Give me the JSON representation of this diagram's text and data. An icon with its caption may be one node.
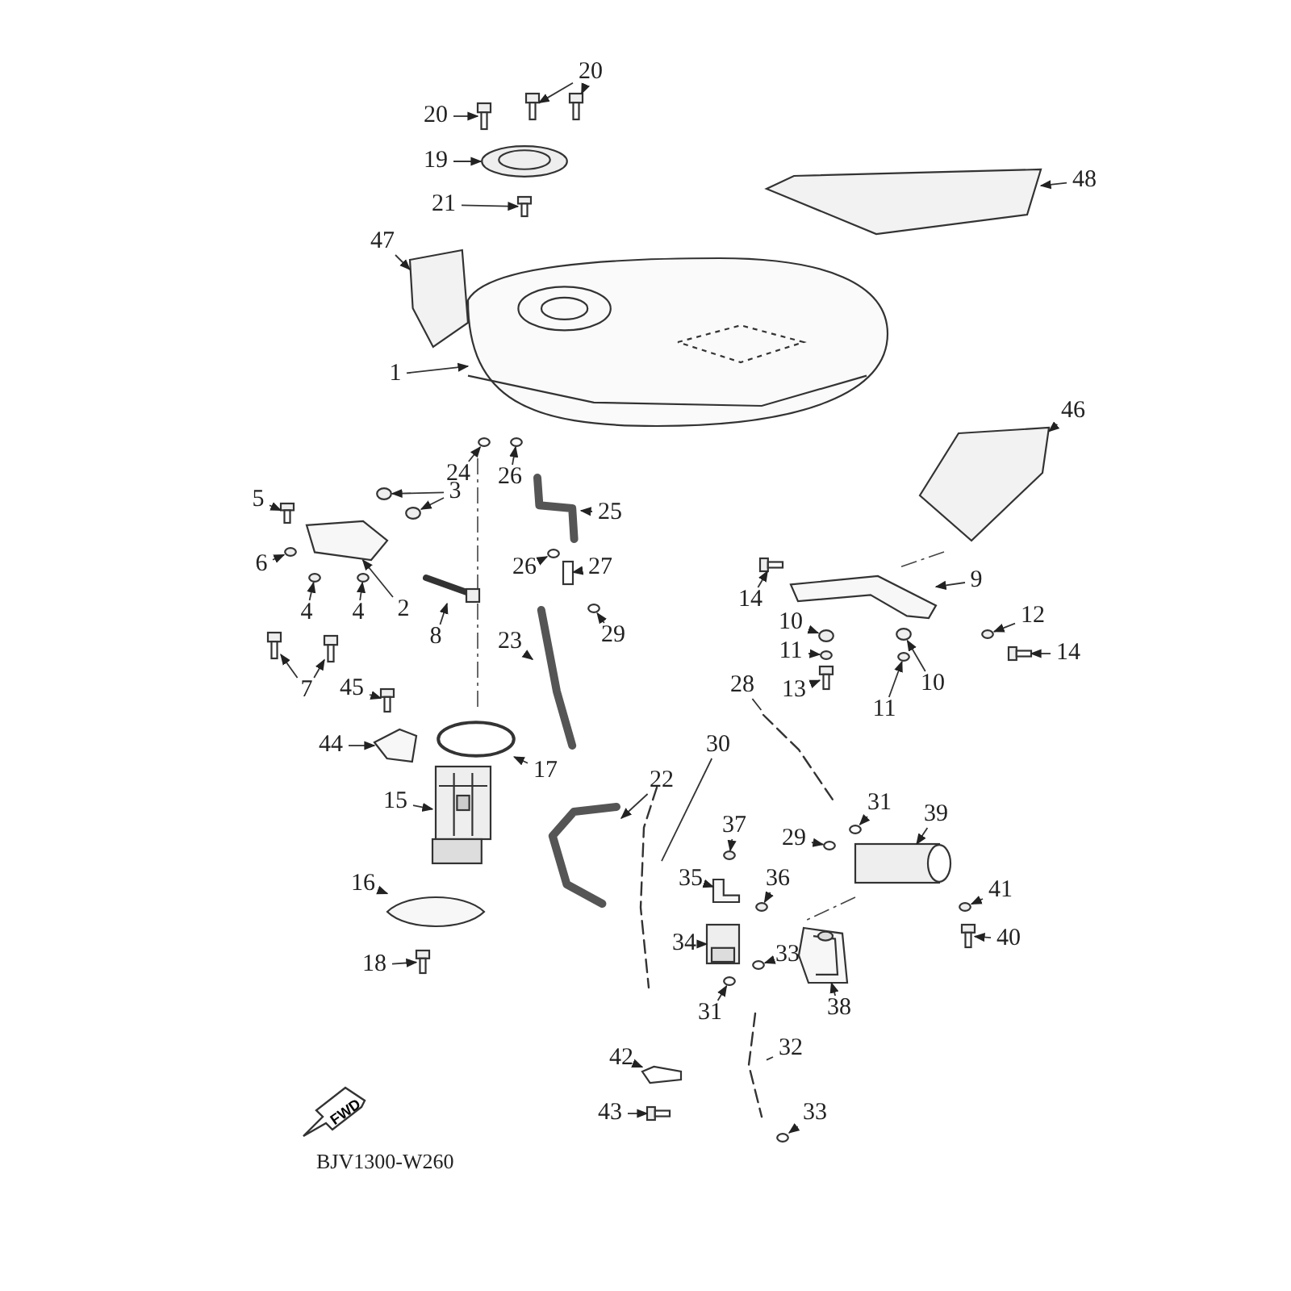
{
  "diagram": {
    "nodes": [
      {
        "text": [
          "20"
        ]
      },
      {
        "text": [
          "20"
        ]
      },
      {
        "text": [
          "19"
        ]
      },
      {
        "text": [
          "48"
        ]
      },
      {
        "text": [
          "21"
        ]
      },
      {
        "text": [
          "47"
        ]
      },
      {
        "text": [
          "1"
        ]
      },
      {
        "text": [
          "46"
        ]
      },
      {
        "text": [
          "24"
        ]
      },
      {
        "text": [
          "26"
        ]
      },
      {
        "text": [
          "5"
        ]
      },
      {
        "text": [
          "3"
        ]
      },
      {
        "text": [
          "25"
        ]
      },
      {
        "text": [
          "6"
        ]
      },
      {
        "text": [
          "2"
        ]
      },
      {
        "text": [
          "4"
        ]
      },
      {
        "text": [
          "4"
        ]
      },
      {
        "text": [
          "27"
        ]
      },
      {
        "text": [
          "26"
        ]
      },
      {
        "text": [
          "7"
        ]
      },
      {
        "text": [
          "8"
        ]
      },
      {
        "text": [
          "23"
        ]
      },
      {
        "text": [
          "29"
        ]
      },
      {
        "text": [
          "14"
        ]
      },
      {
        "text": [
          "9"
        ]
      },
      {
        "text": [
          "10"
        ]
      },
      {
        "text": [
          "11"
        ]
      },
      {
        "text": [
          "12"
        ]
      },
      {
        "text": [
          "14"
        ]
      },
      {
        "text": [
          "10"
        ]
      },
      {
        "text": [
          "13"
        ]
      },
      {
        "text": [
          "11"
        ]
      },
      {
        "text": [
          "28"
        ]
      },
      {
        "text": [
          "45"
        ]
      },
      {
        "text": [
          "44"
        ]
      },
      {
        "text": [
          "17"
        ]
      },
      {
        "text": [
          "30"
        ]
      },
      {
        "text": [
          "15"
        ]
      },
      {
        "text": [
          "22"
        ]
      },
      {
        "text": [
          "31"
        ]
      },
      {
        "text": [
          "39"
        ]
      },
      {
        "text": [
          "29"
        ]
      },
      {
        "text": [
          "37"
        ]
      },
      {
        "text": [
          "35"
        ]
      },
      {
        "text": [
          "36"
        ]
      },
      {
        "text": [
          "16"
        ]
      },
      {
        "text": [
          "34"
        ]
      },
      {
        "text": [
          "33"
        ]
      },
      {
        "text": [
          "41"
        ]
      },
      {
        "text": [
          "40"
        ]
      },
      {
        "text": [
          "18"
        ]
      },
      {
        "text": [
          "31"
        ]
      },
      {
        "text": [
          "38"
        ]
      },
      {
        "text": [
          "42"
        ]
      },
      {
        "text": [
          "32"
        ]
      },
      {
        "text": [
          "43"
        ]
      },
      {
        "text": [
          "33"
        ]
      },
      {
        "text": [],
        "shape": "picture"
      },
      {
        "text": [],
        "shape": "picture"
      },
      {
        "text": [],
        "shape": "picture"
      },
      {
        "text": [],
        "shape": "picture"
      },
      {
        "text": [],
        "shape": "picture"
      },
      {
        "text": [],
        "shape": "picture"
      },
      {
        "text": [],
        "shape": "picture"
      },
      {
        "text": [],
        "shape": "picture"
      },
      {
        "text": [],
        "shape": "picture"
      },
      {
        "text": [],
        "shape": "circle"
      },
      {
        "text": [],
        "shape": "circle"
      },
      {
        "text": [],
        "shape": "picture"
      },
      {
        "text": [],
        "shape": "circle"
      },
      {
        "text": [],
        "shape": "circle"
      },
      {
        "text": [],
        "shape": "picture"
      },
      {
        "text": [],
        "shape": "circle"
      },
      {
        "text": [],
        "shape": "picture"
      },
      {
        "text": [],
        "shape": "circle"
      },
      {
        "text": [],
        "shape": "circle"
      },
      {
        "text": [],
        "shape": "box"
      },
      {
        "text": [],
        "shape": "circle"
      },
      {
        "text": [],
        "shape": "picture"
      },
      {
        "text": [],
        "shape": "picture"
      },
      {
        "text": [],
        "shape": "picture"
      },
      {
        "text": [],
        "shape": "picture"
      },
      {
        "text": [],
        "shape": "circle"
      },
      {
        "text": [],
        "shape": "picture"
      },
      {
        "text": [],
        "shape": "picture"
      },
      {
        "text": [],
        "shape": "circle"
      },
      {
        "text": [],
        "shape": "circle"
      },
      {
        "text": [],
        "shape": "circle"
      },
      {
        "text": [],
        "shape": "picture"
      },
      {
        "text": [],
        "shape": "circle"
      },
      {
        "text": [],
        "shape": "picture"
      },
      {
        "text": [],
        "shape": "circle"
      },
      {
        "text": [],
        "shape": "picture"
      },
      {
        "text": [],
        "shape": "picture"
      },
      {
        "text": [],
        "shape": "picture"
      },
      {
        "text": [],
        "shape": "circle"
      },
      {
        "text": [],
        "shape": "picture"
      },
      {
        "text": [],
        "shape": "picture"
      },
      {
        "text": [],
        "shape": "picture"
      },
      {
        "text": [],
        "shape": "circle"
      },
      {
        "text": [],
        "shape": "cylinder"
      },
      {
        "text": [],
        "shape": "circle"
      },
      {
        "text": [],
        "shape": "circle"
      },
      {
        "text": [],
        "shape": "picture"
      },
      {
        "text": [],
        "shape": "circle"
      },
      {
        "text": [],
        "shape": "picture"
      },
      {
        "text": [],
        "shape": "picture"
      },
      {
        "text": [],
        "shape": "circle"
      },
      {
        "text": [],
        "shape": "circle"
      },
      {
        "text": [],
        "shape": "picture"
      },
      {
        "text": [],
        "shape": "picture"
      },
      {
        "text": [],
        "shape": "circle"
      },
      {
        "text": [],
        "shape": "picture"
      },
      {
        "text": [],
        "shape": "picture"
      },
      {
        "text": [],
        "shape": "picture"
      },
      {
        "text": [],
        "shape": "picture"
      },
      {
        "text": [],
        "shape": "circle"
      }
    ],
    "edges": [
      {
        "from": 0,
        "to": 57,
        "arrow": "to"
      },
      {
        "from": 0,
        "to": 58,
        "arrow": "to"
      },
      {
        "from": 1,
        "to": 59,
        "arrow": "to"
      },
      {
        "from": 2,
        "to": 60,
        "arrow": "to"
      },
      {
        "from": 3,
        "to": 61,
        "arrow": "to"
      },
      {
        "from": 4,
        "to": 62,
        "arrow": "to"
      },
      {
        "from": 5,
        "to": 63,
        "arrow": "to"
      },
      {
        "from": 6,
        "to": 64,
        "arrow": "to"
      },
      {
        "from": 7,
        "to": 65,
        "arrow": "to"
      },
      {
        "from": 8,
        "to": 66,
        "arrow": "to"
      },
      {
        "from": 9,
        "to": 67,
        "arrow": "to"
      },
      {
        "from": 10,
        "to": 68,
        "arrow": "to"
      },
      {
        "from": 11,
        "to": 69,
        "arrow": "to"
      },
      {
        "from": 11,
        "to": 70,
        "arrow": "to"
      },
      {
        "from": 12,
        "to": 71,
        "arrow": "to"
      },
      {
        "from": 13,
        "to": 72,
        "arrow": "to"
      },
      {
        "from": 14,
        "to": 73,
        "arrow": "to"
      },
      {
        "from": 15,
        "to": 74,
        "arrow": "to"
      },
      {
        "from": 16,
        "to": 75,
        "arrow": "to"
      },
      {
        "from": 17,
        "to": 76,
        "arrow": "to"
      },
      {
        "from": 18,
        "to": 77,
        "arrow": "to"
      },
      {
        "from": 19,
        "to": 78,
        "arrow": "to"
      },
      {
        "from": 19,
        "to": 79,
        "arrow": "to"
      },
      {
        "from": 20,
        "to": 80,
        "arrow": "to"
      },
      {
        "from": 21,
        "to": 81,
        "arrow": "to"
      },
      {
        "from": 22,
        "to": 82,
        "arrow": "to"
      },
      {
        "from": 23,
        "to": 83,
        "arrow": "to"
      },
      {
        "from": 24,
        "to": 84,
        "arrow": "to"
      },
      {
        "from": 25,
        "to": 85,
        "arrow": "to"
      },
      {
        "from": 26,
        "to": 86,
        "arrow": "to"
      },
      {
        "from": 27,
        "to": 87,
        "arrow": "to"
      },
      {
        "from": 28,
        "to": 88,
        "arrow": "to"
      },
      {
        "from": 29,
        "to": 89,
        "arrow": "to"
      },
      {
        "from": 30,
        "to": 90,
        "arrow": "to"
      },
      {
        "from": 31,
        "to": 91,
        "arrow": "to"
      },
      {
        "from": 32,
        "to": 92,
        "arrow": "none"
      },
      {
        "from": 33,
        "to": 93,
        "arrow": "to"
      },
      {
        "from": 34,
        "to": 94,
        "arrow": "to"
      },
      {
        "from": 35,
        "to": 95,
        "arrow": "to"
      },
      {
        "from": 36,
        "to": 96,
        "arrow": "none"
      },
      {
        "from": 37,
        "to": 97,
        "arrow": "to"
      },
      {
        "from": 38,
        "to": 98,
        "arrow": "to"
      },
      {
        "from": 39,
        "to": 99,
        "arrow": "to"
      },
      {
        "from": 40,
        "to": 100,
        "arrow": "to"
      },
      {
        "from": 41,
        "to": 101,
        "arrow": "to"
      },
      {
        "from": 42,
        "to": 102,
        "arrow": "to"
      },
      {
        "from": 43,
        "to": 103,
        "arrow": "to"
      },
      {
        "from": 44,
        "to": 104,
        "arrow": "to"
      },
      {
        "from": 45,
        "to": 105,
        "arrow": "to"
      },
      {
        "from": 46,
        "to": 106,
        "arrow": "to"
      },
      {
        "from": 47,
        "to": 107,
        "arrow": "to"
      },
      {
        "from": 48,
        "to": 108,
        "arrow": "to"
      },
      {
        "from": 49,
        "to": 109,
        "arrow": "to"
      },
      {
        "from": 50,
        "to": 110,
        "arrow": "to"
      },
      {
        "from": 51,
        "to": 111,
        "arrow": "to"
      },
      {
        "from": 52,
        "to": 112,
        "arrow": "to"
      },
      {
        "from": 53,
        "to": 113,
        "arrow": "to"
      },
      {
        "from": 54,
        "to": 114,
        "arrow": "none"
      },
      {
        "from": 55,
        "to": 115,
        "arrow": "to"
      },
      {
        "from": 56,
        "to": 116,
        "arrow": "to"
      }
    ],
    "labels": [
      "FWD",
      "BJV1300-W260"
    ]
  }
}
